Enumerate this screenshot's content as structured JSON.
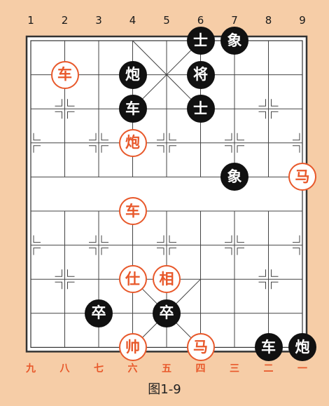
{
  "figure": {
    "caption": "图1-9",
    "top_files": [
      "1",
      "2",
      "3",
      "4",
      "5",
      "6",
      "7",
      "8",
      "9"
    ],
    "bottom_files": [
      "九",
      "八",
      "七",
      "六",
      "五",
      "四",
      "三",
      "二",
      "一"
    ]
  },
  "colors": {
    "red": "#e8582a",
    "black": "#111111",
    "background": "#f6cda7",
    "board": "#ffffff"
  },
  "pieces": [
    {
      "label": "士",
      "side": "black",
      "file": 6,
      "rank": 0
    },
    {
      "label": "象",
      "side": "black",
      "file": 7,
      "rank": 0
    },
    {
      "label": "车",
      "side": "red",
      "file": 2,
      "rank": 1
    },
    {
      "label": "炮",
      "side": "black",
      "file": 4,
      "rank": 1
    },
    {
      "label": "将",
      "side": "black",
      "file": 6,
      "rank": 1
    },
    {
      "label": "车",
      "side": "black",
      "file": 4,
      "rank": 2
    },
    {
      "label": "士",
      "side": "black",
      "file": 6,
      "rank": 2
    },
    {
      "label": "炮",
      "side": "red",
      "file": 4,
      "rank": 3
    },
    {
      "label": "象",
      "side": "black",
      "file": 7,
      "rank": 4
    },
    {
      "label": "马",
      "side": "red",
      "file": 9,
      "rank": 4
    },
    {
      "label": "车",
      "side": "red",
      "file": 4,
      "rank": 5
    },
    {
      "label": "仕",
      "side": "red",
      "file": 4,
      "rank": 7
    },
    {
      "label": "相",
      "side": "red",
      "file": 5,
      "rank": 7
    },
    {
      "label": "卒",
      "side": "black",
      "file": 3,
      "rank": 8
    },
    {
      "label": "卒",
      "side": "black",
      "file": 5,
      "rank": 8
    },
    {
      "label": "帅",
      "side": "red",
      "file": 4,
      "rank": 9
    },
    {
      "label": "马",
      "side": "red",
      "file": 6,
      "rank": 9
    },
    {
      "label": "车",
      "side": "black",
      "file": 8,
      "rank": 9
    },
    {
      "label": "炮",
      "side": "black",
      "file": 9,
      "rank": 9
    }
  ]
}
